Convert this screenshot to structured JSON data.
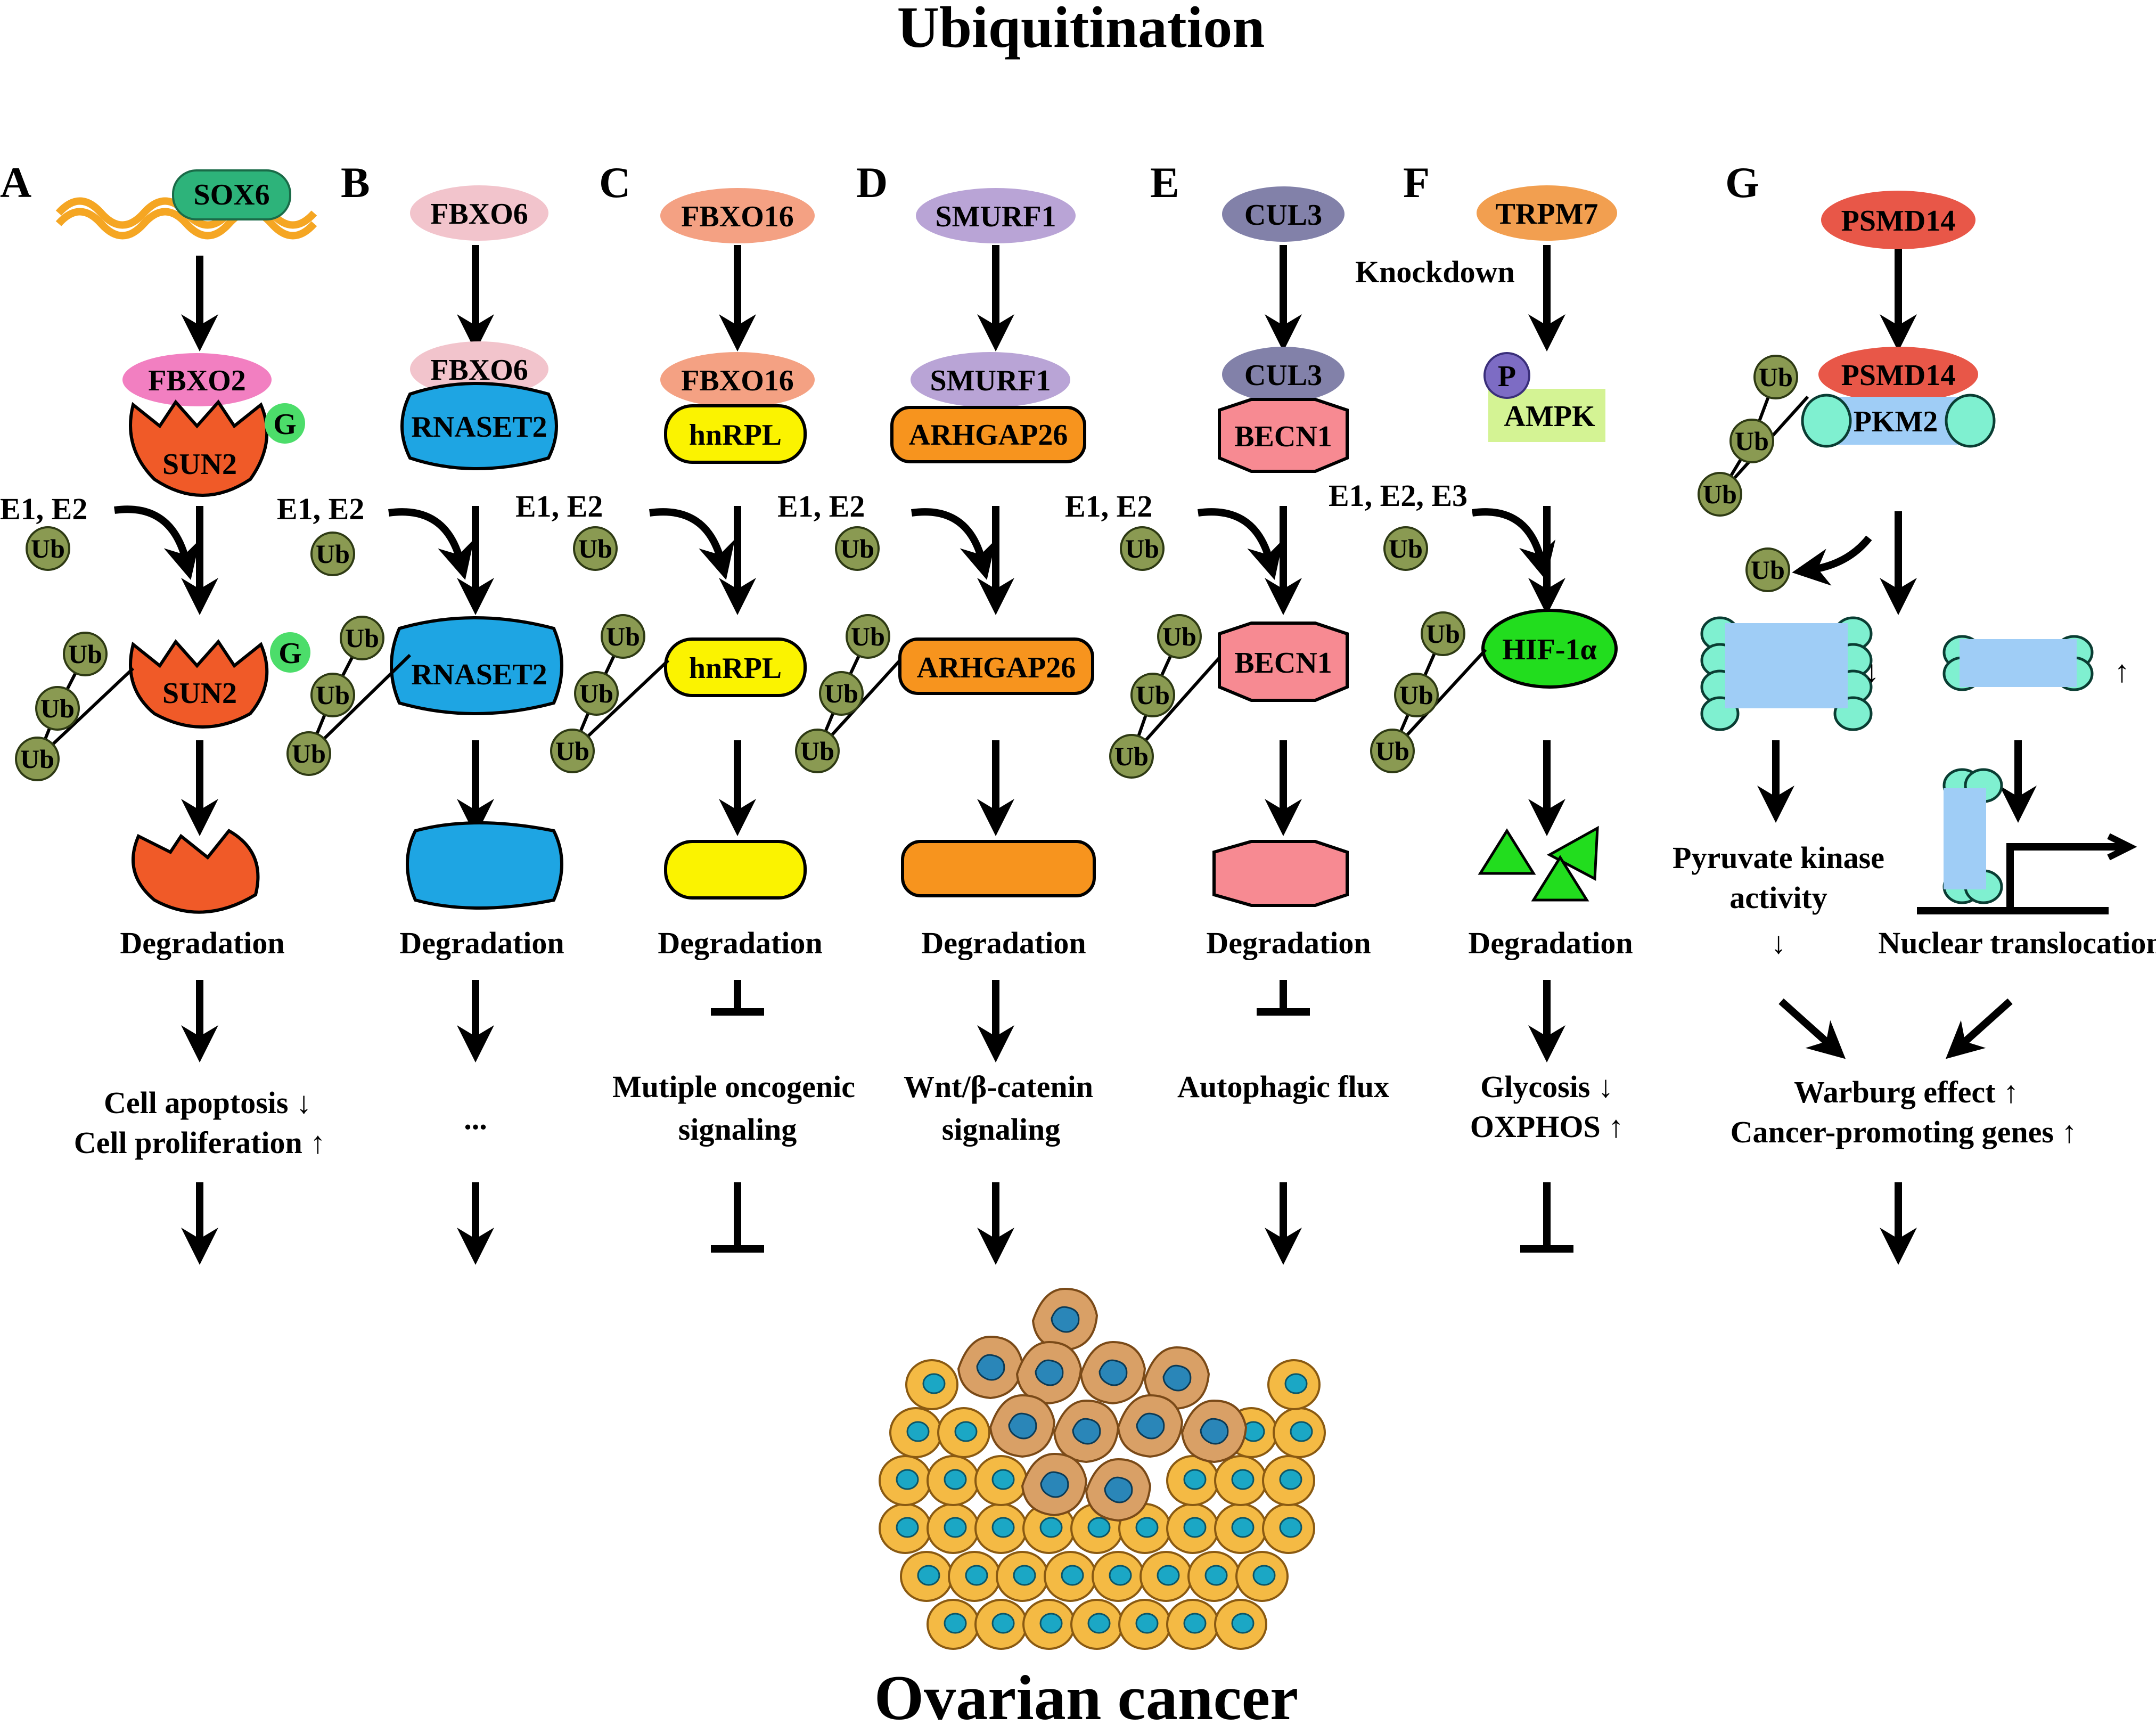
{
  "title": "Ubiquitination",
  "footer": "Ovarian cancer",
  "ub": "Ub",
  "glyco": "G",
  "phospho": "P",
  "panels": [
    {
      "letter": "A",
      "upstream": "SOX6",
      "e3": "FBXO2",
      "substrate": "SUN2",
      "enzymes": "E1, E2",
      "degradation": "Degradation",
      "outcome": [
        "Cell apoptosis ↓",
        "Cell proliferation ↑"
      ]
    },
    {
      "letter": "B",
      "upstream": "FBXO6",
      "e3": "FBXO6",
      "substrate": "RNASET2",
      "enzymes": "E1, E2",
      "degradation": "Degradation",
      "outcome": [
        "..."
      ]
    },
    {
      "letter": "C",
      "upstream": "FBXO16",
      "e3": "FBXO16",
      "substrate": "hnRPL",
      "enzymes": "E1, E2",
      "degradation": "Degradation",
      "outcome": [
        "Mutiple  oncogenic",
        "signaling"
      ]
    },
    {
      "letter": "D",
      "upstream": "SMURF1",
      "e3": "SMURF1",
      "substrate": "ARHGAP26",
      "enzymes": "E1, E2",
      "degradation": "Degradation",
      "outcome": [
        "Wnt/β-catenin",
        "signaling"
      ]
    },
    {
      "letter": "E",
      "upstream": "CUL3",
      "e3": "CUL3",
      "substrate": "BECN1",
      "enzymes": "E1, E2",
      "degradation": "Degradation",
      "outcome": [
        "Autophagic flux"
      ]
    },
    {
      "letter": "F",
      "upstream": "TRPM7",
      "note": "Knockdown",
      "e3": "AMPK",
      "substrate": "HIF-1α",
      "enzymes": "E1, E2, E3",
      "degradation": "Degradation",
      "outcome": [
        "Glycosis ↓",
        "OXPHOS ↑"
      ]
    },
    {
      "letter": "G",
      "upstream": "PSMD14",
      "e3": "PSMD14",
      "substrate": "PKM2",
      "tetramer_trend": "↓",
      "dimer_trend": "↑",
      "pk_activity": [
        "Pyruvate kinase",
        "activity",
        "↓"
      ],
      "nuclear": "Nuclear translocation",
      "outcome": [
        "Warburg effect ↑",
        "Cancer-promoting genes ↑"
      ]
    }
  ],
  "colors": {
    "sox6": "#2db37a",
    "fbxo2": "#f27fc1",
    "sun2": "#f05a28",
    "glyco": "#4cdd6a",
    "fbxo6": "#f2c4cc",
    "rnaset2": "#1ea5e3",
    "fbxo16": "#f4a183",
    "hnrpl": "#fbf300",
    "smurf1": "#b9a4d6",
    "arhgap26": "#f7941e",
    "cul3": "#8281a9",
    "becn1": "#f78a92",
    "trpm7": "#f29f50",
    "ampk": "#d4f394",
    "phospho": "#7d6cc4",
    "hif1a": "#22dd1e",
    "psmd14": "#e85748",
    "pkm2": "#9fcdf6",
    "pkm2_bead": "#7ff0d0",
    "ub": "#8a9a52",
    "cell": "#f4ba44",
    "nucleus": "#1ba7c5"
  }
}
